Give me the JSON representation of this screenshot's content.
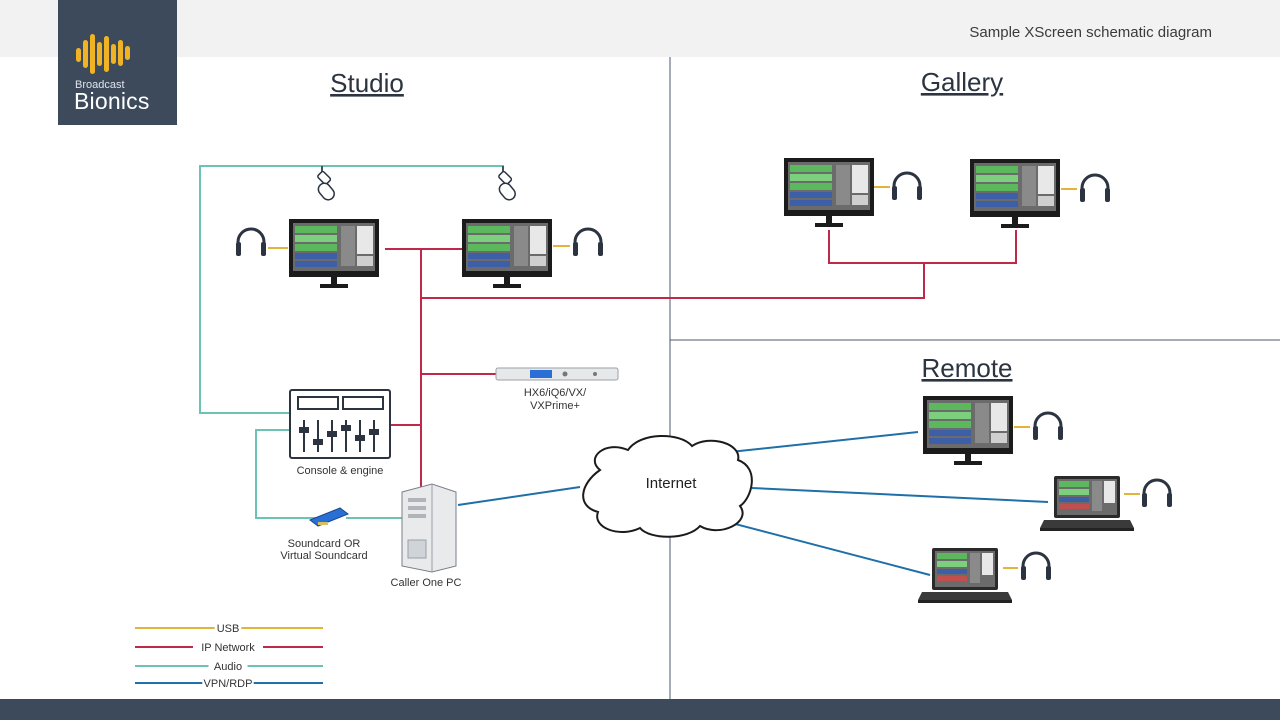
{
  "header": {
    "subtitle": "Sample XScreen schematic diagram"
  },
  "logo": {
    "small_text": "Broadcast",
    "big_text": "Bionics"
  },
  "sections": {
    "studio": "Studio",
    "gallery": "Gallery",
    "remote": "Remote"
  },
  "labels": {
    "codec_line1": "HX6/iQ6/VX/",
    "codec_line2": "VXPrime+",
    "console": "Console & engine",
    "soundcard_line1": "Soundcard OR",
    "soundcard_line2": "Virtual Soundcard",
    "pc": "Caller One PC",
    "internet": "Internet"
  },
  "legend": [
    {
      "label": "USB",
      "color": "#e0b53a"
    },
    {
      "label": "IP Network",
      "color": "#c0284a"
    },
    {
      "label": "Audio",
      "color": "#6cc3b3"
    },
    {
      "label": "VPN/RDP",
      "color": "#1f6fa8"
    }
  ],
  "colors": {
    "usb": "#e0b53a",
    "ip": "#c0284a",
    "audio": "#6cc3b3",
    "vpn": "#1f6fa8",
    "dark": "#3d4a5c"
  }
}
